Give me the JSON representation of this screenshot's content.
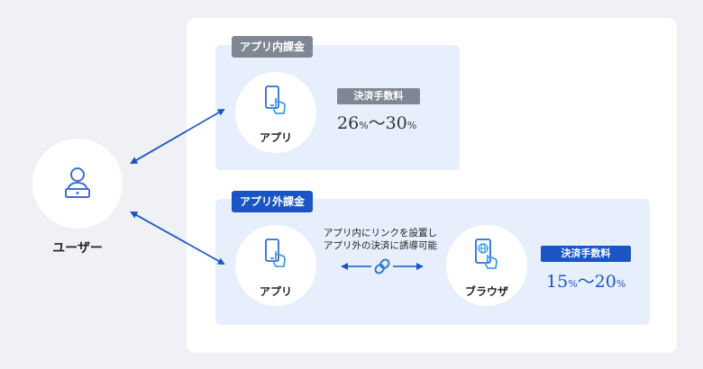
{
  "user": {
    "label": "ユーザー"
  },
  "in_app": {
    "title": "アプリ内課金",
    "app_label": "アプリ",
    "fee_label": "決済手数料",
    "fee_from": "26",
    "fee_to": "30",
    "unit": "%",
    "separator": "〜"
  },
  "out_app": {
    "title": "アプリ外課金",
    "app_label": "アプリ",
    "note_line1": "アプリ内にリンクを設置し",
    "note_line2": "アプリ外の決済に誘導可能",
    "browser_label": "ブラウザ",
    "fee_label": "決済手数料",
    "fee_from": "15",
    "fee_to": "20",
    "unit": "%",
    "separator": "〜"
  },
  "colors": {
    "accent": "#1a55c6",
    "gray_tag": "#7e8793",
    "panel": "#e7effc",
    "background": "#eff1f4"
  },
  "icons": [
    "user-laptop-icon",
    "phone-tap-icon",
    "link-icon",
    "browser-phone-icon",
    "double-arrow-icon"
  ]
}
